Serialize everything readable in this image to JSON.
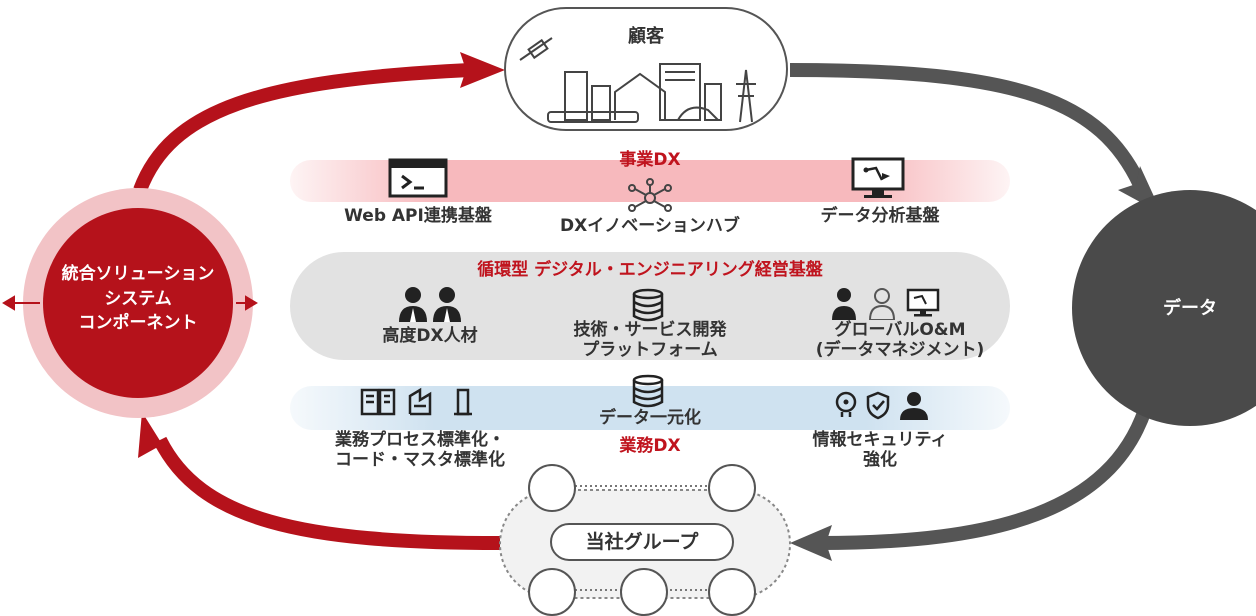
{
  "customer": {
    "label": "顧客"
  },
  "data_node": {
    "label": "データ"
  },
  "component": {
    "lines": [
      "統合ソリューション",
      "システム",
      "コンポーネント"
    ]
  },
  "group": {
    "label": "当社グループ"
  },
  "business_dx": {
    "title": "事業DX",
    "items": [
      {
        "label": "Web API連携基盤",
        "icon": "terminal-icon"
      },
      {
        "label": "DXイノベーションハブ",
        "icon": "network-hub-icon"
      },
      {
        "label": "データ分析基盤",
        "icon": "analytics-monitor-icon"
      }
    ]
  },
  "circular": {
    "title": "循環型 デジタル・エンジニアリング経営基盤",
    "items": [
      {
        "lines": [
          "高度DX人材"
        ],
        "icon": "people-icon"
      },
      {
        "lines": [
          "技術・サービス開発",
          "プラットフォーム"
        ],
        "icon": "database-icon"
      },
      {
        "lines": [
          "グローバルO&M",
          "(データマネジメント)"
        ],
        "icon": "engineers-icon"
      }
    ]
  },
  "operations_dx": {
    "title": "業務DX",
    "items": [
      {
        "lines": [
          "業務プロセス標準化・",
          "コード・マスタ標準化"
        ],
        "icon": "buildings-icon"
      },
      {
        "lines": [
          "データ一元化"
        ],
        "icon": "database-icon"
      },
      {
        "lines": [
          "情報セキュリティ",
          "強化"
        ],
        "icon": "security-icon"
      }
    ]
  },
  "colors": {
    "accent_red": "#c0141e",
    "dark_gray": "#555555",
    "pink_band": "#f8c8ca",
    "gray_band": "#e0e0e0",
    "blue_band": "#cfe2f0"
  }
}
